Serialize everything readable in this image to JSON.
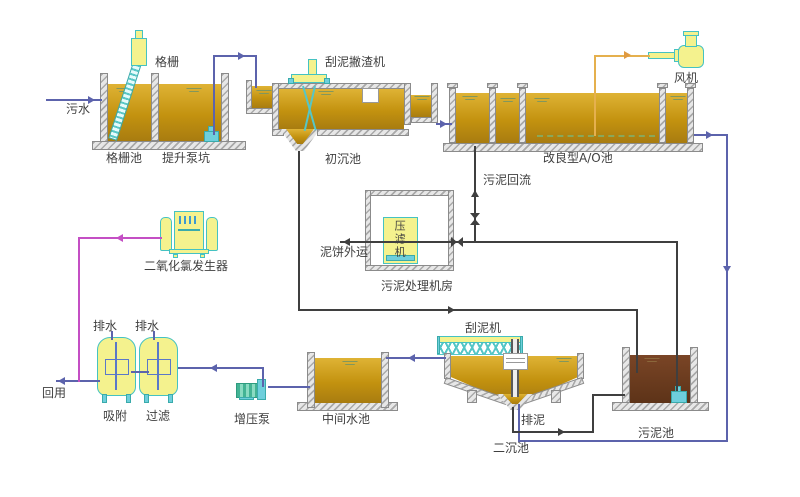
{
  "diagram": {
    "labels": {
      "sewage_in": "污水",
      "bar_screen": "格栅",
      "screen_pool": "格栅池",
      "lift_pump_pit": "提升泵坑",
      "scraper_skimmer": "刮泥撇渣机",
      "primary_tank": "初沉池",
      "blower": "风机",
      "ao_tank": "改良型A/O池",
      "sludge_return": "污泥回流",
      "cake_out": "泥饼外运",
      "filter_press": "压滤机",
      "sludge_room": "污泥处理机房",
      "clo2_generator": "二氧化氯发生器",
      "drain_1": "排水",
      "drain_2": "排水",
      "adsorption": "吸附",
      "filtration": "过滤",
      "reuse": "回用",
      "booster_pump": "增压泵",
      "middle_tank": "中间水池",
      "scraper": "刮泥机",
      "sludge_discharge": "排泥",
      "secondary_tank": "二沉池",
      "sludge_pool": "污泥池"
    },
    "colors": {
      "water_line": "#5c63ac",
      "sludge_line": "#3f3f3f",
      "dosing_line": "#c44fc4",
      "air_line": "#e5b04e",
      "water_fill_top": "#dfb335",
      "water_fill_bottom": "#a87c10",
      "sludge_fill": "#6b3e20",
      "equipment_fill": "#f4f28e",
      "equipment_outline": "#45c2c2"
    }
  }
}
